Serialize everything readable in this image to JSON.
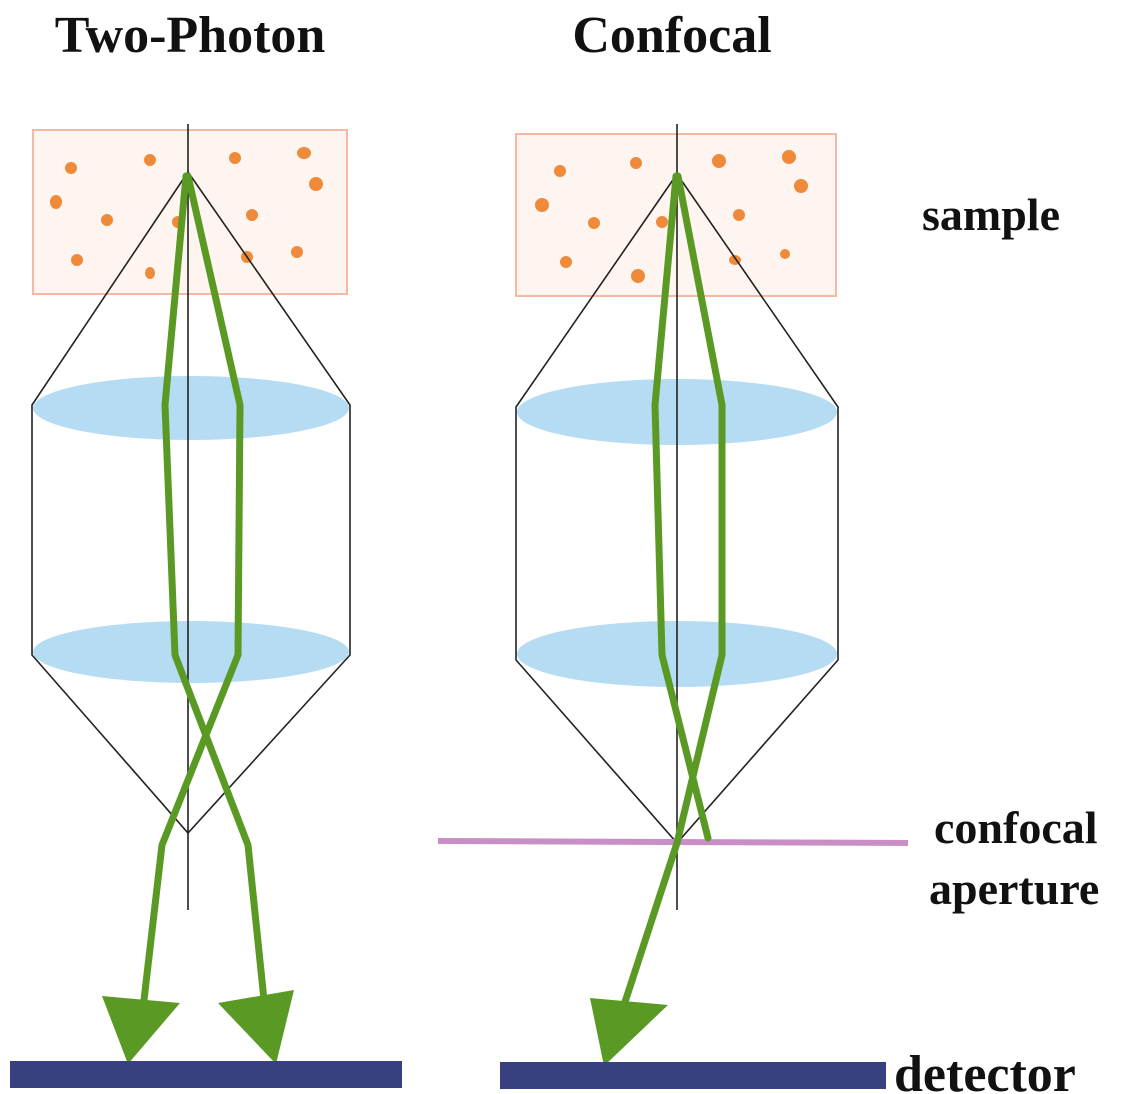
{
  "titles": {
    "two_photon": "Two-Photon",
    "confocal": "Confocal"
  },
  "labels": {
    "sample": "sample",
    "aperture_line1": "confocal",
    "aperture_line2": "aperture",
    "detector": "detector"
  },
  "colors": {
    "sample_border": "#f6b8a4",
    "sample_fill": "#fff3ee",
    "fluorophore": "#ef8a3a",
    "lens": "#b5dcf2",
    "beam": "#5a9a24",
    "aperture": "#c98ec6",
    "detector": "#39407f",
    "outline": "#222222"
  }
}
